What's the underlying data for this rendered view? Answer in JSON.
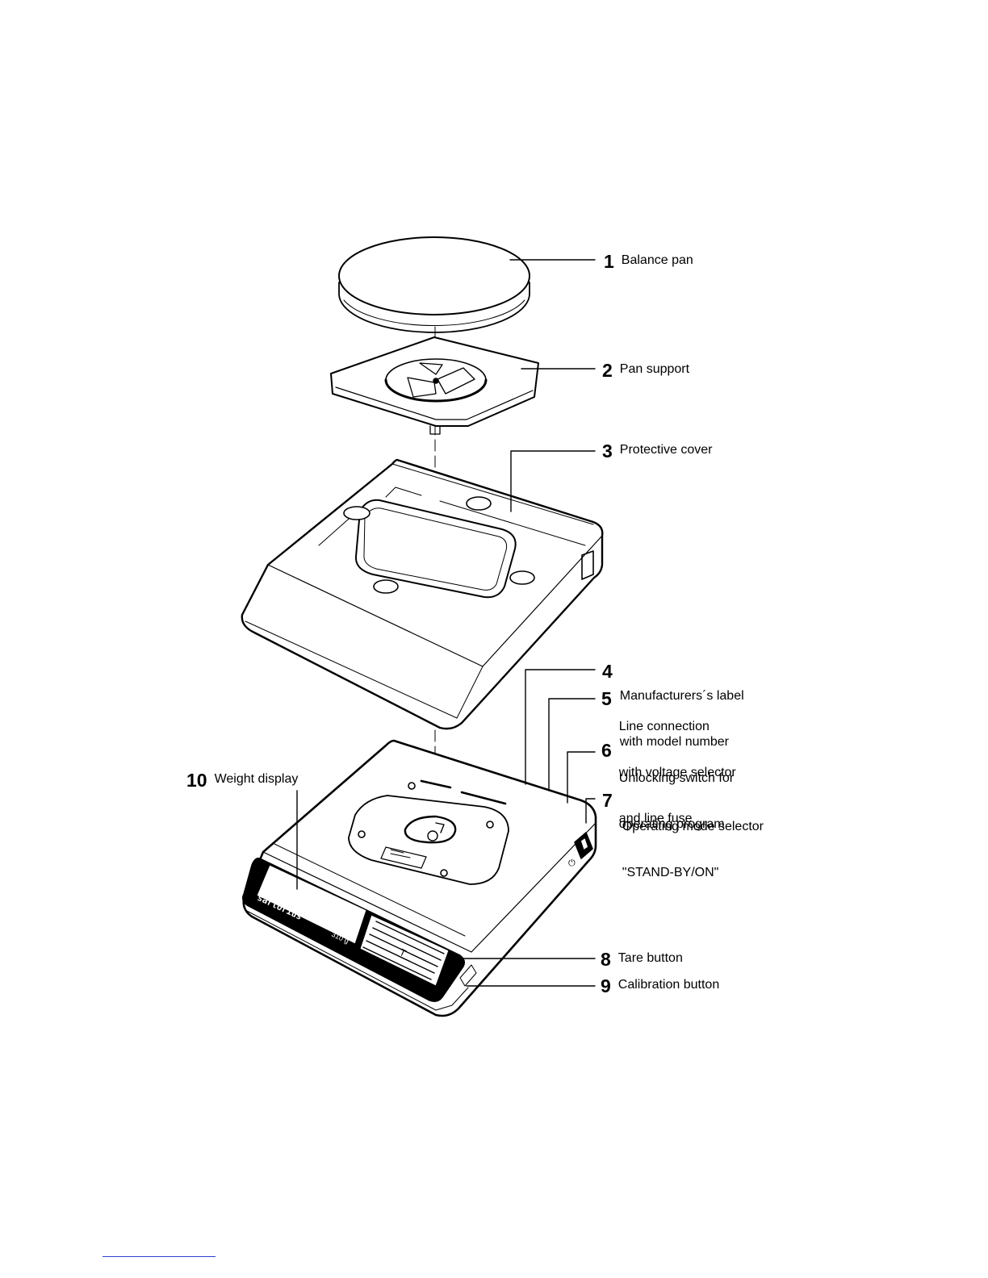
{
  "callouts": [
    {
      "num": "1",
      "lines": [
        "Balance pan"
      ]
    },
    {
      "num": "2",
      "lines": [
        "Pan support"
      ]
    },
    {
      "num": "3",
      "lines": [
        "Protective cover"
      ]
    },
    {
      "num": "4",
      "lines": [
        "Manufacturers´s label",
        "with model number"
      ]
    },
    {
      "num": "5",
      "lines": [
        "Line connection",
        "with voltage selector",
        "and line fuse"
      ]
    },
    {
      "num": "6",
      "lines": [
        "Unlocking switch for",
        "operating program"
      ]
    },
    {
      "num": "7",
      "lines": [
        "Operating mode selector",
        "\"STAND-BY/ON\""
      ]
    },
    {
      "num": "8",
      "lines": [
        "Tare button"
      ]
    },
    {
      "num": "9",
      "lines": [
        "Calibration button"
      ]
    },
    {
      "num": "10",
      "lines": [
        "Weight display"
      ]
    }
  ],
  "device": {
    "brand": "sartorius",
    "capacity": "310 g",
    "tare_key": "T"
  }
}
